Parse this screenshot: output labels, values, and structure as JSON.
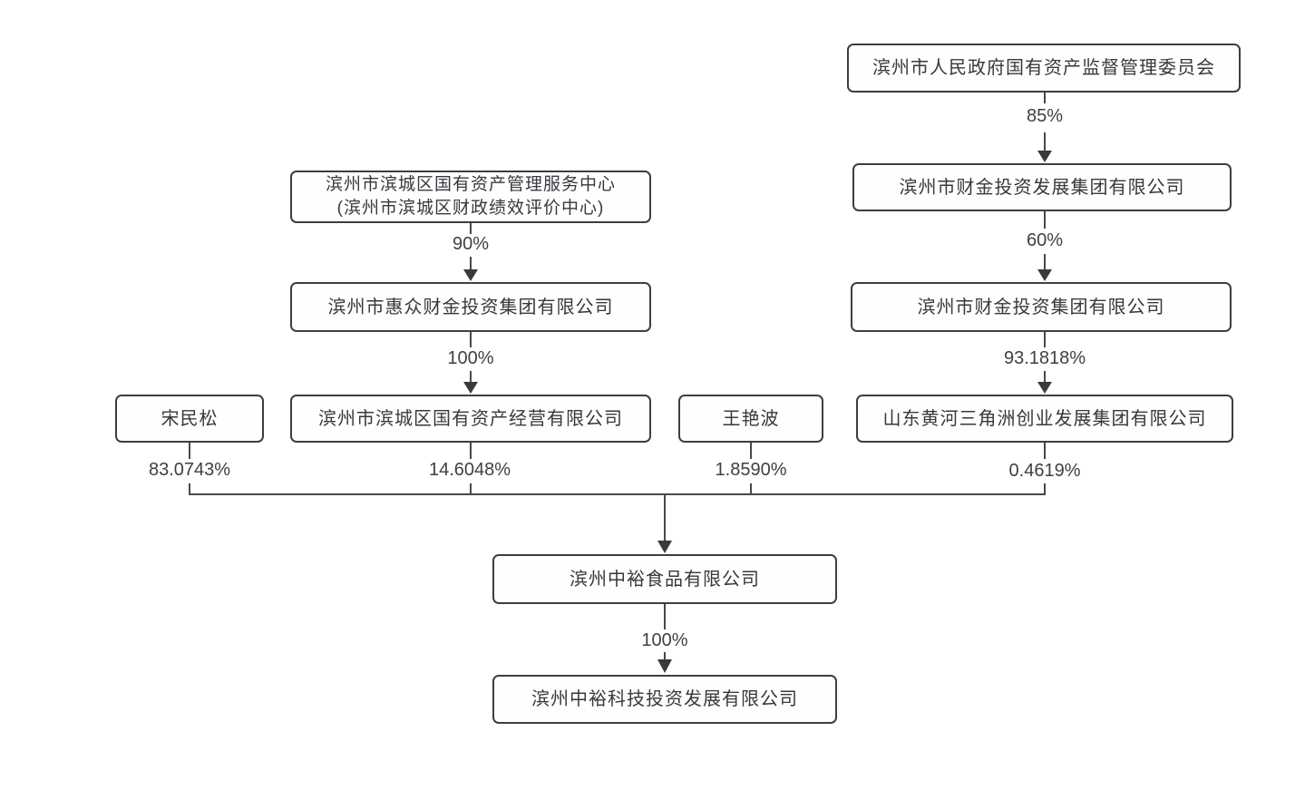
{
  "nodes": {
    "sasac": {
      "label": "滨州市人民政府国有资产监督管理委员会"
    },
    "caijin_dev": {
      "label": "滨州市财金投资发展集团有限公司"
    },
    "caijin_group": {
      "label": "滨州市财金投资集团有限公司"
    },
    "yellow_river": {
      "label": "山东黄河三角洲创业发展集团有限公司"
    },
    "bincheng_center": {
      "label_line1": "滨州市滨城区国有资产管理服务中心",
      "label_line2": "(滨州市滨城区财政绩效评价中心)"
    },
    "huizhong": {
      "label": "滨州市惠众财金投资集团有限公司"
    },
    "bincheng_assets": {
      "label": "滨州市滨城区国有资产经营有限公司"
    },
    "song_minsong": {
      "label": "宋民松"
    },
    "wang_yanbo": {
      "label": "王艳波"
    },
    "zhongyu_food": {
      "label": "滨州中裕食品有限公司"
    },
    "zhongyu_tech": {
      "label": "滨州中裕科技投资发展有限公司"
    }
  },
  "ownership": {
    "sasac_to_caijin_dev": "85%",
    "caijin_dev_to_caijin_group": "60%",
    "caijin_group_to_yellow_river": "93.1818%",
    "bincheng_center_to_huizhong": "90%",
    "huizhong_to_bincheng_assets": "100%",
    "song_to_food": "83.0743%",
    "assets_to_food": "14.6048%",
    "wang_to_food": "1.8590%",
    "yellow_river_to_food": "0.4619%",
    "food_to_tech": "100%"
  },
  "colors": {
    "background": "#ffffff",
    "box_border": "#3d3e40",
    "line": "#47484a",
    "text": "#36393d"
  }
}
